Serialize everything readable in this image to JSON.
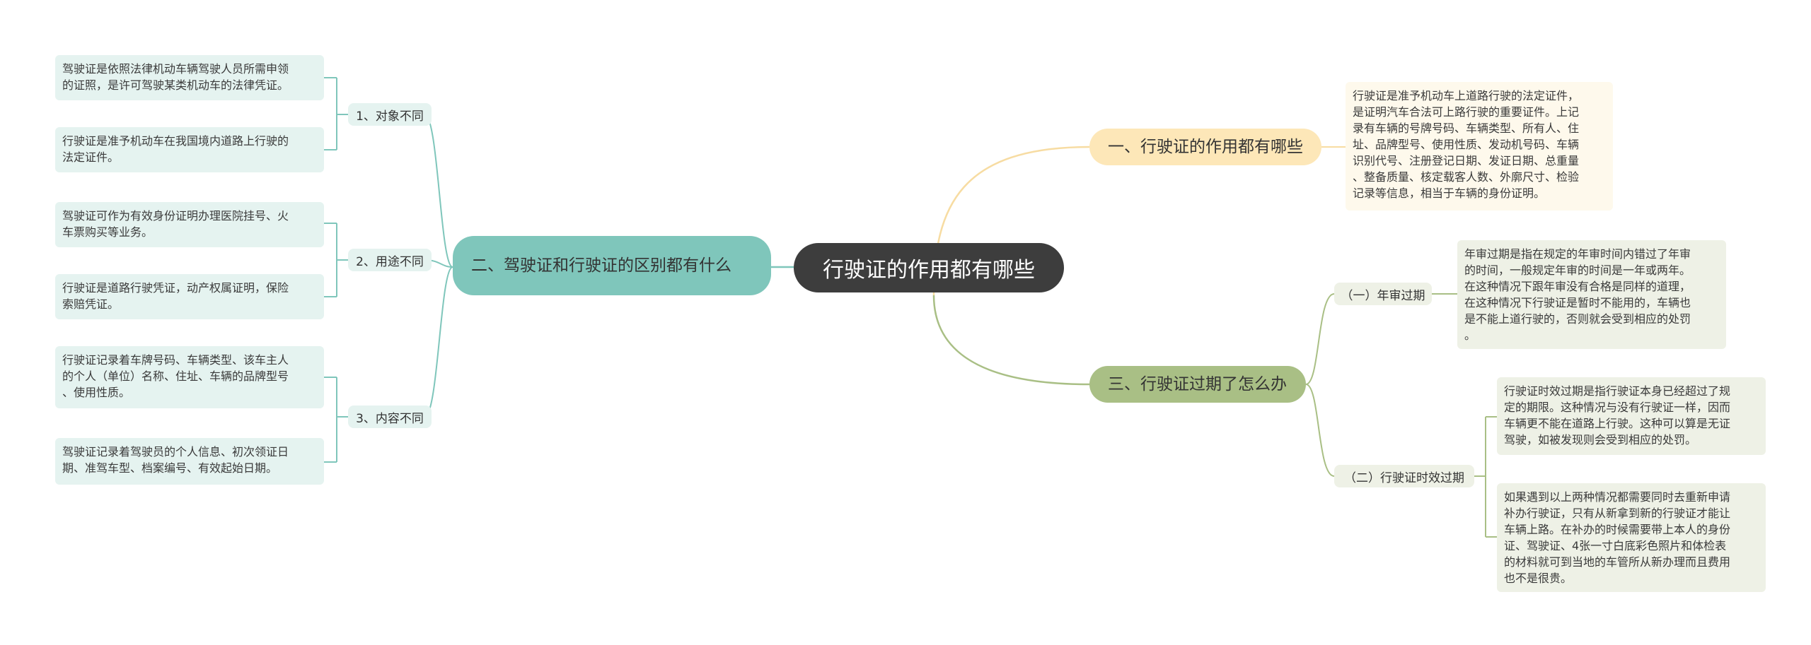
{
  "root": {
    "label": "行驶证的作用都有哪些"
  },
  "branches": [
    {
      "label": "一、行驶证的作用都有哪些",
      "leaves": [
        "行驶证是准予机动车上道路行驶的法定证件，\n是证明汽车合法可上路行驶的重要证件。上记\n录有车辆的号牌号码、车辆类型、所有人、住\n址、品牌型号、使用性质、发动机号码、车辆\n识别代号、注册登记日期、发证日期、总重量\n、整备质量、核定载客人数、外廓尺寸、检验\n记录等信息，相当于车辆的身份证明。"
      ]
    },
    {
      "label": "二、驾驶证和行驶证的区别都有什么",
      "subs": [
        {
          "label": "1、对象不同",
          "leaves": [
            "驾驶证是依照法律机动车辆驾驶人员所需申领\n的证照，是许可驾驶某类机动车的法律凭证。",
            "行驶证是准予机动车在我国境内道路上行驶的\n法定证件。"
          ]
        },
        {
          "label": "2、用途不同",
          "leaves": [
            "驾驶证可作为有效身份证明办理医院挂号、火\n车票购买等业务。",
            "行驶证是道路行驶凭证，动产权属证明，保险\n索赔凭证。"
          ]
        },
        {
          "label": "3、内容不同",
          "leaves": [
            "行驶证记录着车牌号码、车辆类型、该车主人\n的个人（单位）名称、住址、车辆的品牌型号\n、使用性质。",
            "驾驶证记录着驾驶员的个人信息、初次领证日\n期、准驾车型、档案编号、有效起始日期。"
          ]
        }
      ]
    },
    {
      "label": "三、行驶证过期了怎么办",
      "subs": [
        {
          "label": "（一）年审过期",
          "leaves": [
            "年审过期是指在规定的年审时间内错过了年审\n的时间，一般规定年审的时间是一年或两年。\n在这种情况下跟年审没有合格是同样的道理，\n在这种情况下行驶证是暂时不能用的，车辆也\n是不能上道行驶的，否则就会受到相应的处罚\n。"
          ]
        },
        {
          "label": "（二）行驶证时效过期",
          "leaves": [
            "行驶证时效过期是指行驶证本身已经超过了规\n定的期限。这种情况与没有行驶证一样，因而\n车辆更不能在道路上行驶。这种可以算是无证\n驾驶，如被发现则会受到相应的处罚。",
            "如果遇到以上两种情况都需要同时去重新申请\n补办行驶证，只有从新拿到新的行驶证才能让\n车辆上路。在补办的时候需要带上本人的身份\n证、驾驶证、4张一寸白底彩色照片和体检表\n的材料就可到当地的车管所从新办理而且费用\n也不是很贵。"
          ]
        }
      ]
    }
  ],
  "colors": {
    "root_bg": "#3d3d3d",
    "branch1": "#fde7b8",
    "branch2": "#7fc6bb",
    "branch3": "#a9bf85",
    "line1": "#f7dca2",
    "line2": "#7fc6bb",
    "line3": "#a9bf85"
  }
}
